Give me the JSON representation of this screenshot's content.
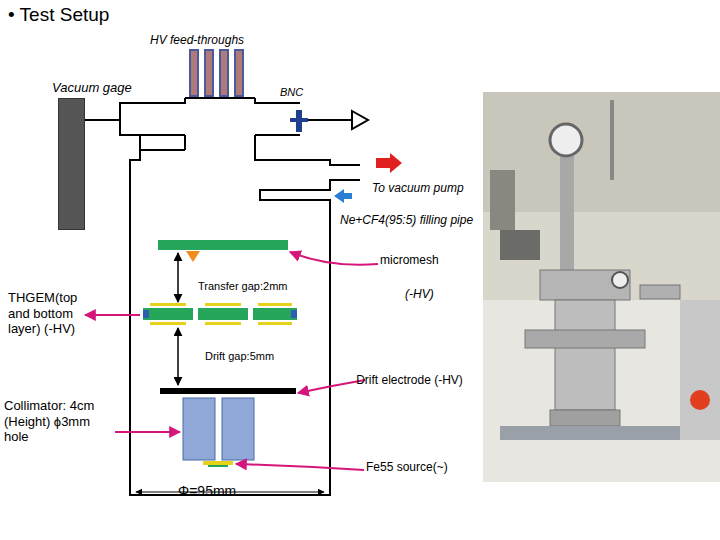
{
  "diagram": {
    "title": "• Test Setup",
    "nodes": [
      {
        "text": [
          "Vacuum gage"
        ]
      }
    ],
    "labels": [
      "HV feed-throughs",
      "BNC",
      "To vacuum pump",
      "Ne+CF4(95:5) filling pipe",
      "micromesh",
      "(-HV)",
      "Transfer gap:2mm",
      "THGEM(top and bottom layer) (-HV)",
      "Drift gap:5mm",
      "Drift electrode (-HV)",
      "Collimator: 4cm (Height) ϕ3mm hole",
      "Fe55 source(~)",
      "Φ=95mm"
    ]
  }
}
